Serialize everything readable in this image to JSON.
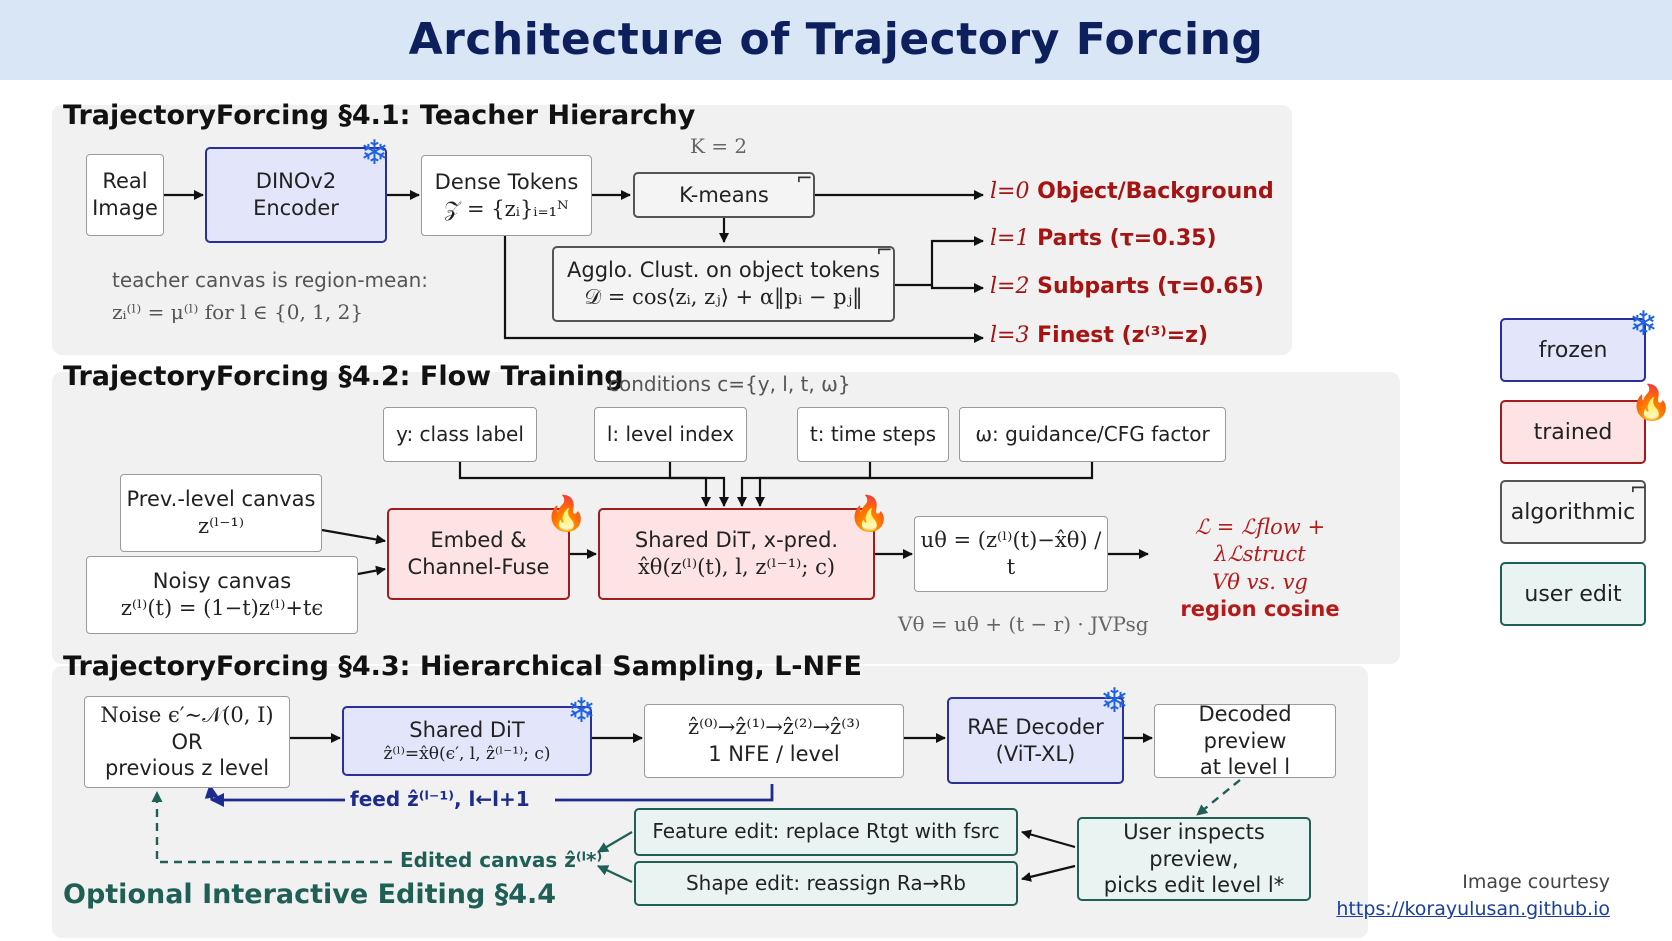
{
  "title": "Architecture of Trajectory Forcing",
  "sections": {
    "s41": {
      "title": "TrajectoryForcing §4.1: Teacher Hierarchy",
      "k_note": "K = 2",
      "real_image": "Real Image",
      "encoder": "DINOv2 Encoder",
      "dense_tokens_1": "Dense Tokens",
      "dense_tokens_2": "𝒵 = {zᵢ}ᵢ₌₁ᴺ",
      "kmeans": "K-means",
      "agglo_1": "Agglo. Clust. on object tokens",
      "agglo_2": "𝒟 = cos⟨zᵢ, zⱼ⟩ + α‖pᵢ − pⱼ‖",
      "canvas_note_1": "teacher canvas is region-mean:",
      "canvas_note_2": "zᵢ⁽ˡ⁾ = μ⁽ˡ⁾ for l ∈ {0, 1, 2}",
      "levels": [
        {
          "index": "l=0",
          "label": "Object/Background"
        },
        {
          "index": "l=1",
          "label": "Parts (τ=0.35)"
        },
        {
          "index": "l=2",
          "label": "Subparts (τ=0.65)"
        },
        {
          "index": "l=3",
          "label": "Finest (z⁽³⁾=z)"
        }
      ]
    },
    "s42": {
      "title": "TrajectoryForcing §4.2: Flow Training",
      "conditions_note": "conditions c={y, l, t, ω}",
      "conditions": [
        "y: class label",
        "l: level index",
        "t: time steps",
        "ω: guidance/CFG factor"
      ],
      "prev_canvas_1": "Prev.-level canvas",
      "prev_canvas_2": "z⁽ˡ⁻¹⁾",
      "noisy_canvas_1": "Noisy canvas",
      "noisy_canvas_2": "z⁽ˡ⁾(t) = (1−t)z⁽ˡ⁾+tϵ",
      "embed": "Embed & Channel-Fuse",
      "dit_1": "Shared DiT, x-pred.",
      "dit_2": "x̂θ(z⁽ˡ⁾(t), l, z⁽ˡ⁻¹⁾; c)",
      "u_theta": "uθ = (z⁽ˡ⁾(t)−x̂θ) / t",
      "loss_1": "ℒ = ℒflow + λℒstruct",
      "loss_2": "Vθ vs. vg",
      "loss_3": "region cosine",
      "v_theta": "Vθ = uθ + (t − r) · JVPsg"
    },
    "s43": {
      "title": "TrajectoryForcing §4.3: Hierarchical Sampling, L-NFE",
      "noise_1": "Noise ϵ′∼𝒩(0, I)",
      "noise_2": "OR",
      "noise_3": "previous z level",
      "shared_dit_1": "Shared DiT",
      "shared_dit_2": "ẑ⁽ˡ⁾=x̂θ(ϵ′, l, ẑ⁽ˡ⁻¹⁾; c)",
      "chain_1": "ẑ⁽⁰⁾→ẑ⁽¹⁾→ẑ⁽²⁾→ẑ⁽³⁾",
      "chain_2": "1 NFE / level",
      "rae_1": "RAE Decoder",
      "rae_2": "(ViT-XL)",
      "decoded_1": "Decoded preview",
      "decoded_2": "at level l",
      "feed": "feed ẑ⁽ˡ⁻¹⁾, l←l+1",
      "feature_edit": "Feature edit: replace Rtgt with fsrc",
      "shape_edit": "Shape edit: reassign Ra→Rb",
      "user_inspects_1": "User inspects preview,",
      "user_inspects_2": "picks edit level l*",
      "edited_canvas": "Edited canvas ẑ⁽ˡ*⁾",
      "optional_title": "Optional Interactive Editing §4.4"
    }
  },
  "legend": [
    {
      "label": "frozen",
      "icon": "snowflake-icon"
    },
    {
      "label": "trained",
      "icon": "fire-icon"
    },
    {
      "label": "algorithmic",
      "icon": "tool-icon"
    },
    {
      "label": "user edit",
      "icon": ""
    }
  ],
  "courtesy": {
    "text": "Image courtesy",
    "link": "https://korayulusan.github.io"
  },
  "colors": {
    "frozen": "#2a2f9a",
    "trained": "#a11d1d",
    "algorithmic": "#555555",
    "user_edit": "#1f5f56",
    "banner": "#d8e6f5"
  }
}
